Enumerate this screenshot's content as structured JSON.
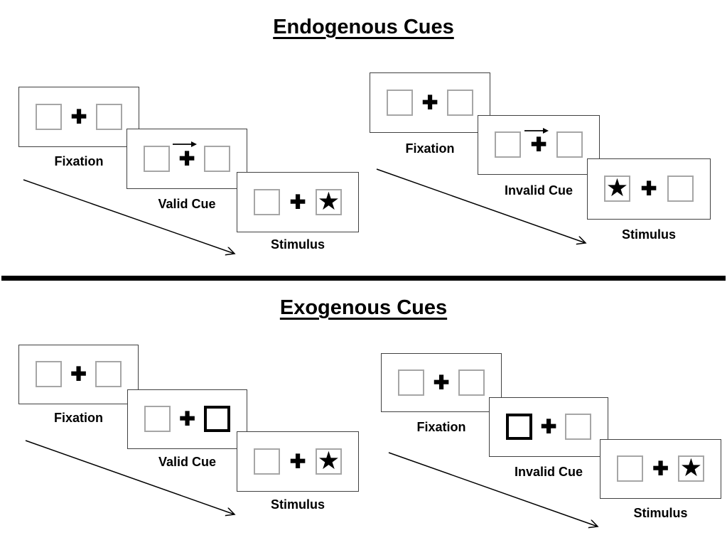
{
  "glyphs": {
    "plus": "✚",
    "star": "★"
  },
  "colors": {
    "panel_border": "#404040",
    "box_border": "#a6a6a6",
    "ink": "#000000"
  },
  "sections": [
    {
      "title": "Endogenous Cues",
      "trials": [
        {
          "name": "valid",
          "frames": [
            {
              "label": "Fixation",
              "type": "fixation"
            },
            {
              "label": "Valid Cue",
              "type": "arrow-cue",
              "cue_direction": "right"
            },
            {
              "label": "Stimulus",
              "type": "stimulus",
              "star_side": "right"
            }
          ]
        },
        {
          "name": "invalid",
          "frames": [
            {
              "label": "Fixation",
              "type": "fixation"
            },
            {
              "label": "Invalid Cue",
              "type": "arrow-cue",
              "cue_direction": "right"
            },
            {
              "label": "Stimulus",
              "type": "stimulus",
              "star_side": "left"
            }
          ]
        }
      ]
    },
    {
      "title": "Exogenous Cues",
      "trials": [
        {
          "name": "valid",
          "frames": [
            {
              "label": "Fixation",
              "type": "fixation"
            },
            {
              "label": "Valid Cue",
              "type": "box-cue",
              "bold_side": "right"
            },
            {
              "label": "Stimulus",
              "type": "stimulus",
              "star_side": "right"
            }
          ]
        },
        {
          "name": "invalid",
          "frames": [
            {
              "label": "Fixation",
              "type": "fixation"
            },
            {
              "label": "Invalid Cue",
              "type": "box-cue",
              "bold_side": "left"
            },
            {
              "label": "Stimulus",
              "type": "stimulus",
              "star_side": "right"
            }
          ]
        }
      ]
    }
  ]
}
